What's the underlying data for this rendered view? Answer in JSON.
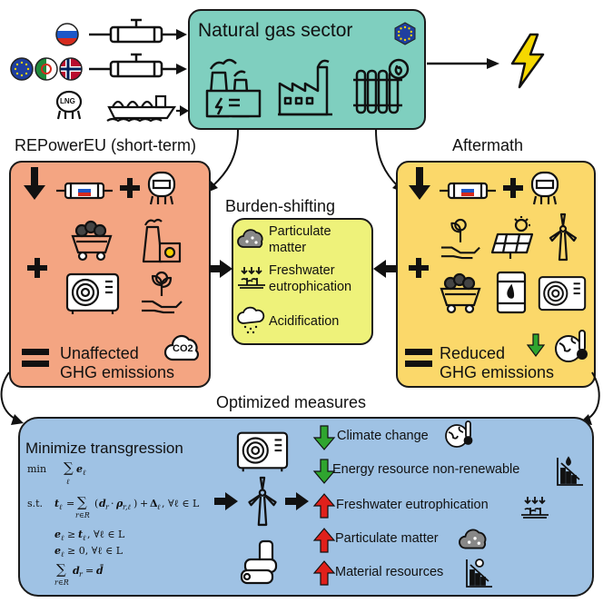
{
  "gas_sector": {
    "title": "Natural gas sector"
  },
  "supply": {
    "lng_tag": "LNG"
  },
  "repower": {
    "heading": "REPowerEU (short-term)",
    "result_line1": "Unaffected",
    "result_line2": "GHG emissions",
    "co2_tag": "CO2"
  },
  "aftermath": {
    "heading": "Aftermath",
    "result_line1": "Reduced",
    "result_line2": "GHG emissions"
  },
  "burden": {
    "title": "Burden-shifting",
    "items": [
      {
        "line1": "Particulate",
        "line2": "matter"
      },
      {
        "line1": "Freshwater",
        "line2": "eutrophication"
      },
      {
        "line1": "Acidification",
        "line2": ""
      }
    ]
  },
  "optimized": {
    "title": "Optimized measures",
    "minimize_title": "Minimize transgression",
    "impacts": [
      {
        "label": "Climate change",
        "direction": "down",
        "color": "#2fa52f"
      },
      {
        "label": "Energy resource non-renewable",
        "direction": "down",
        "color": "#2fa52f"
      },
      {
        "label": "Freshwater eutrophication",
        "direction": "up",
        "color": "#e0201b"
      },
      {
        "label": "Particulate matter",
        "direction": "up",
        "color": "#e0201b"
      },
      {
        "label": "Material resources",
        "direction": "up",
        "color": "#e0201b"
      }
    ]
  },
  "colors": {
    "gas_fill": "#7fcfbf",
    "repower_fill": "#f4a582",
    "aftermath_fill": "#fbd86a",
    "burden_fill": "#eef27a",
    "optimized_fill": "#9fc2e4",
    "bolt": "#f5d800"
  }
}
